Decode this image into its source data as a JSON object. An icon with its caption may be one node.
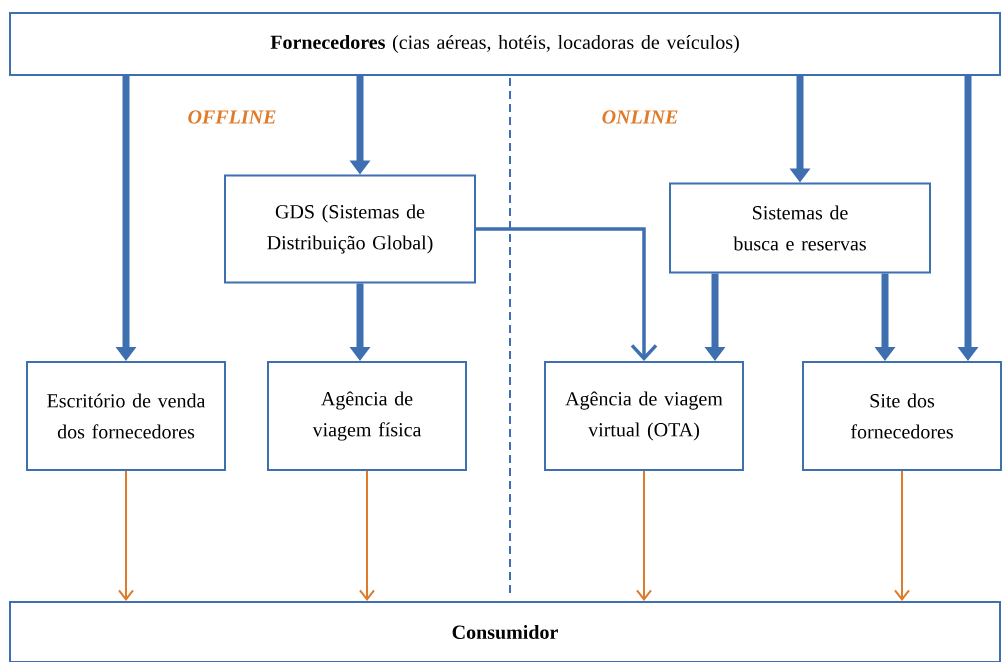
{
  "diagram": {
    "nodes": [
      {
        "text": [
          "**Fornecedores** (cias aéreas, hotéis, locadoras de veículos)"
        ]
      },
      {
        "text": [
          "GDS (Sistemas de Distribuição Global)"
        ]
      },
      {
        "text": [
          "Sistemas de busca e reservas"
        ]
      },
      {
        "text": [
          "Escritório de venda dos fornecedores"
        ]
      },
      {
        "text": [
          "Agência de viagem física"
        ]
      },
      {
        "text": [
          "Agência de viagem virtual (OTA)"
        ]
      },
      {
        "text": [
          "Site dos fornecedores"
        ]
      },
      {
        "text": [
          "Consumidor"
        ]
      }
    ],
    "edges": [
      {
        "from": 0,
        "to": 3,
        "arrow": "to"
      },
      {
        "from": 0,
        "to": 1,
        "arrow": "to"
      },
      {
        "from": 0,
        "to": 2,
        "arrow": "to"
      },
      {
        "from": 0,
        "to": 6,
        "arrow": "to"
      },
      {
        "from": 1,
        "to": 4,
        "arrow": "to"
      },
      {
        "from": 1,
        "to": 5,
        "arrow": "to"
      },
      {
        "from": 2,
        "to": 5,
        "arrow": "to"
      },
      {
        "from": 2,
        "to": 6,
        "arrow": "to"
      },
      {
        "from": 3,
        "to": 7,
        "arrow": "to",
        "color": "#e07b2a"
      },
      {
        "from": 4,
        "to": 7,
        "arrow": "to",
        "color": "#e07b2a"
      },
      {
        "from": 5,
        "to": 7,
        "arrow": "to",
        "color": "#e07b2a"
      },
      {
        "from": 6,
        "to": 7,
        "arrow": "to",
        "color": "#e07b2a"
      }
    ],
    "labels": [
      "OFFLINE",
      "ONLINE"
    ]
  }
}
